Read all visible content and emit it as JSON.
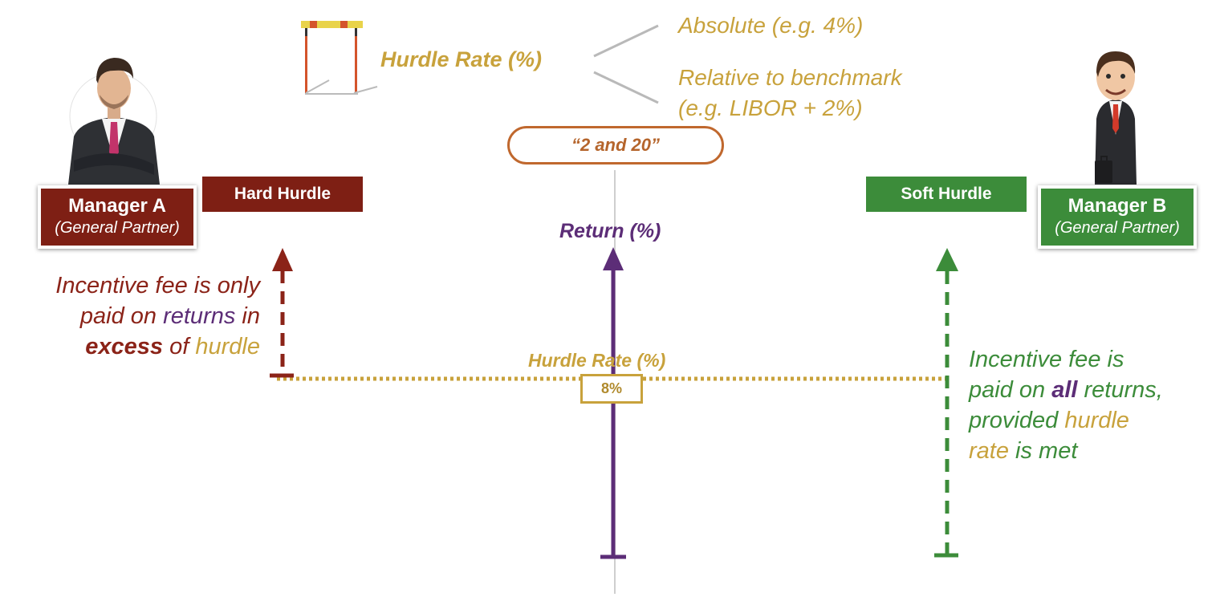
{
  "hurdle_rate": {
    "title": "Hurdle Rate (%)",
    "options": [
      "Absolute (e.g. 4%)",
      "Relative to benchmark",
      "(e.g. LIBOR + 2%)"
    ]
  },
  "fee_structure": "“2 and 20”",
  "manager_a": {
    "name": "Manager A",
    "role": "(General Partner)",
    "hurdle_type": "Hard Hurdle",
    "note": {
      "part1": "Incentive fee is only",
      "part2": "paid on ",
      "part3": "returns",
      "part4": " in",
      "part5": "excess",
      "part6": " of ",
      "part7": "hurdle"
    }
  },
  "manager_b": {
    "name": "Manager B",
    "role": "(General Partner)",
    "hurdle_type": "Soft Hurdle",
    "note": {
      "part1": "Incentive fee is",
      "part2": "paid on ",
      "part3": "all",
      "part4": " returns,",
      "part5": "provided ",
      "part6": "hurdle",
      "part7": "rate",
      "part8": " is met"
    }
  },
  "axis": {
    "label": "Return (%)",
    "hurdle_label": "Hurdle Rate (%)",
    "hurdle_value": "8%"
  },
  "colors": {
    "gold": "#c8a23c",
    "purple": "#5c2d77",
    "maroon": "#8b2318",
    "green": "#3c8c3a",
    "orange": "#c0682e"
  }
}
